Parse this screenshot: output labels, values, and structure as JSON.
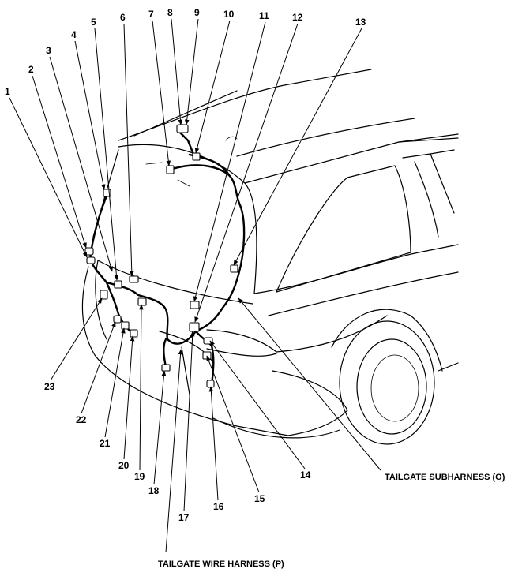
{
  "callouts": [
    "1",
    "2",
    "3",
    "4",
    "5",
    "6",
    "7",
    "8",
    "9",
    "10",
    "11",
    "12",
    "13",
    "14",
    "15",
    "16",
    "17",
    "18",
    "19",
    "20",
    "21",
    "22",
    "23"
  ],
  "labels": {
    "subharness": "TAILGATE SUBHARNESS (O)",
    "wire_harness": "TAILGATE WIRE HARNESS (P)"
  }
}
